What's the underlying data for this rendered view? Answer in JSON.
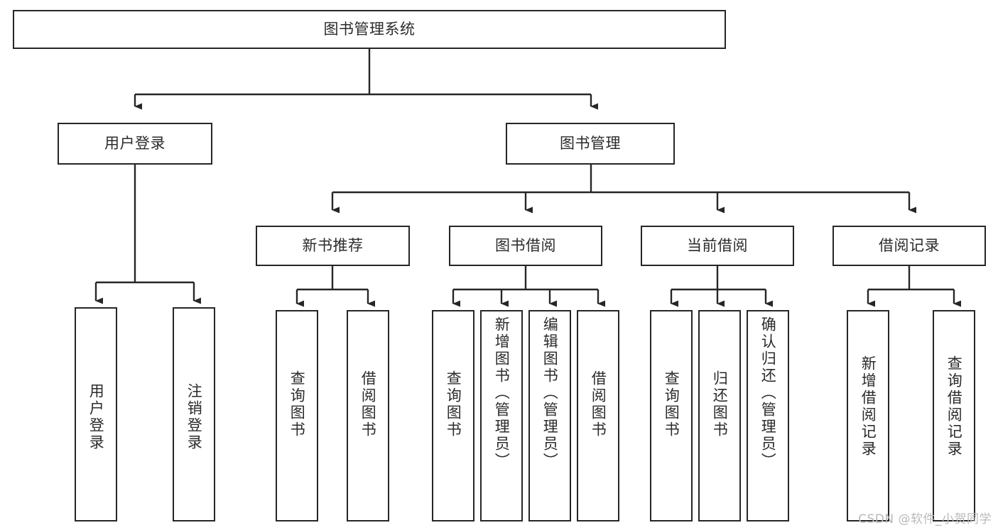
{
  "diagram": {
    "type": "tree",
    "title": "图书管理系统",
    "watermark": "CSDN @软件_小贺同学",
    "colors": {
      "box_border": "#262626",
      "box_fill": "#ffffff",
      "text": "#2b2b2b",
      "connector": "#262626",
      "watermark": "#b9b9b9"
    },
    "nodes": {
      "root": {
        "label": "图书管理系统"
      },
      "level2": [
        {
          "label": "用户登录"
        },
        {
          "label": "图书管理"
        }
      ],
      "level3": [
        {
          "label": "新书推荐"
        },
        {
          "label": "图书借阅"
        },
        {
          "label": "当前借阅"
        },
        {
          "label": "借阅记录"
        }
      ],
      "leaves_user_login": [
        {
          "label": "用户登录"
        },
        {
          "label": "注销登录"
        }
      ],
      "leaves_new_books": [
        {
          "label": "查询图书"
        },
        {
          "label": "借阅图书"
        }
      ],
      "leaves_borrow": [
        {
          "label": "查询图书"
        },
        {
          "label": "新增图书（管理员）"
        },
        {
          "label": "编辑图书（管理员）"
        },
        {
          "label": "借阅图书"
        }
      ],
      "leaves_current": [
        {
          "label": "查询图书"
        },
        {
          "label": "归还图书"
        },
        {
          "label": "确认归还（管理员）"
        }
      ],
      "leaves_records": [
        {
          "label": "新增借阅记录"
        },
        {
          "label": "查询借阅记录"
        }
      ]
    }
  }
}
